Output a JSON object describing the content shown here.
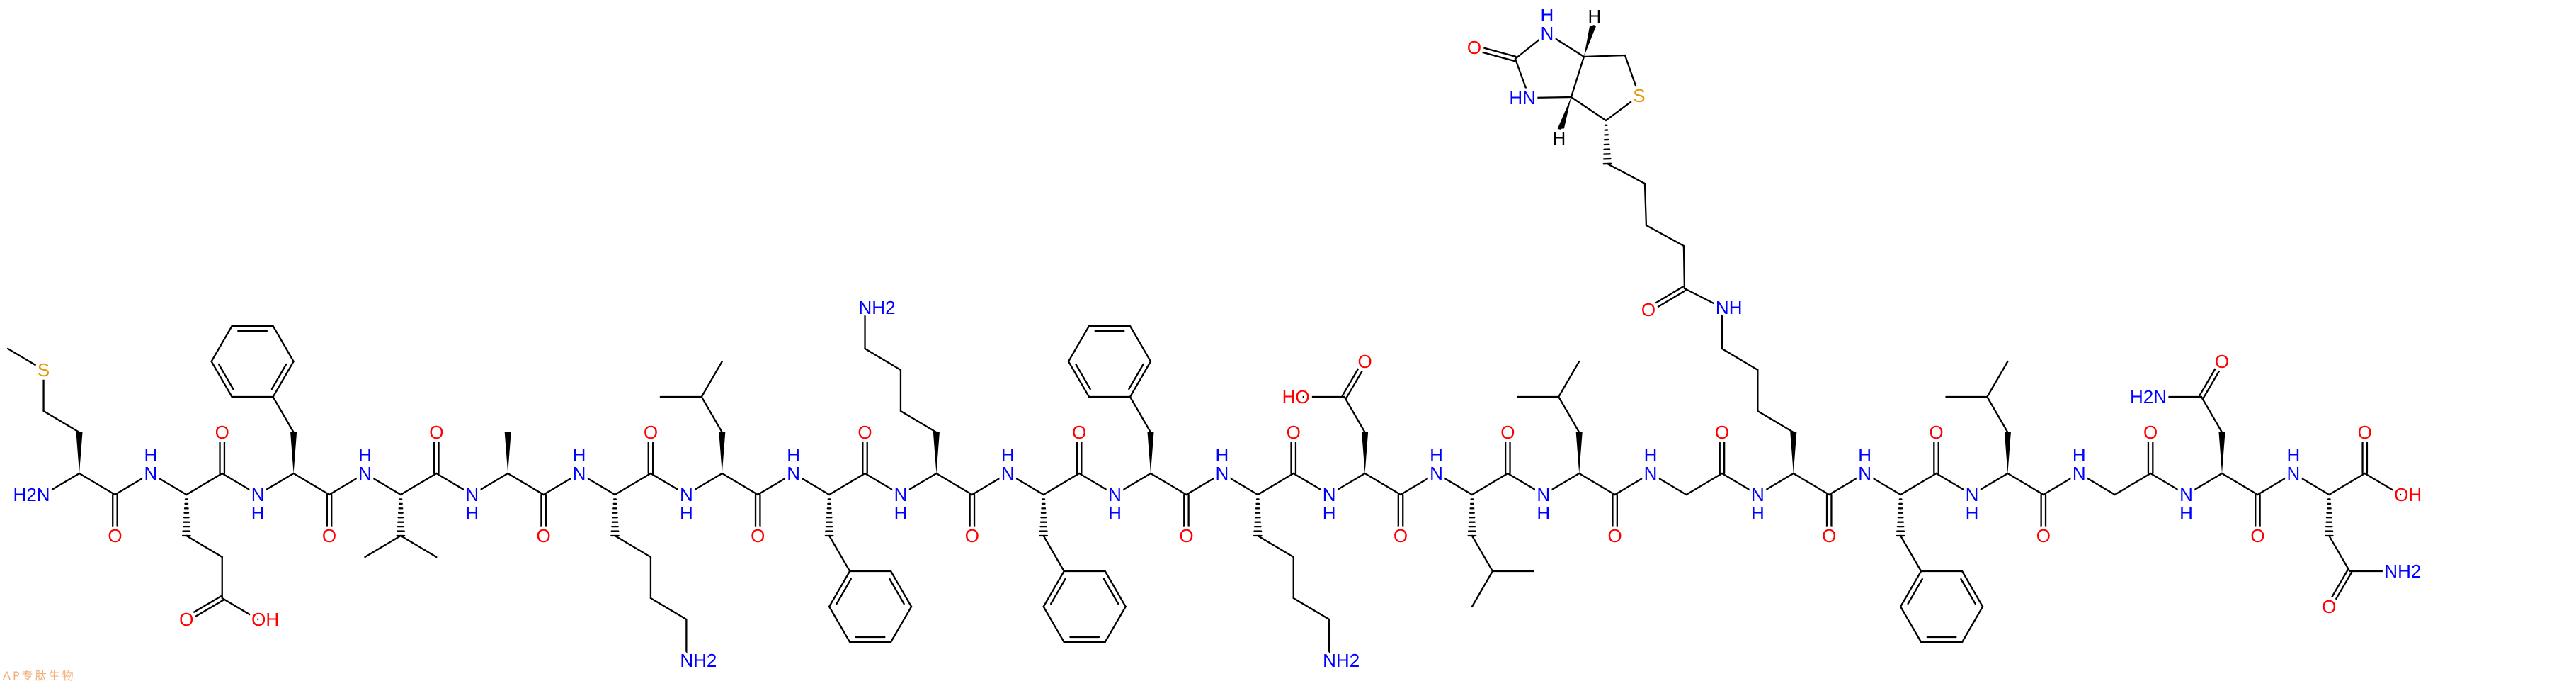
{
  "labels": {
    "N": "N",
    "H": "H",
    "O": "O",
    "OH": "OH",
    "HO": "HO",
    "S": "S",
    "NH2": "NH2",
    "H2N": "H2N",
    "NH": "NH",
    "HN": "HN"
  },
  "colors": {
    "nitrogen": "#0000FF",
    "oxygen": "#FF0000",
    "sulfur": "#E69600",
    "hydrogen_stereo": "#000000",
    "watermark": "#F0A060"
  },
  "watermark": {
    "text": "AP专肽生物"
  }
}
